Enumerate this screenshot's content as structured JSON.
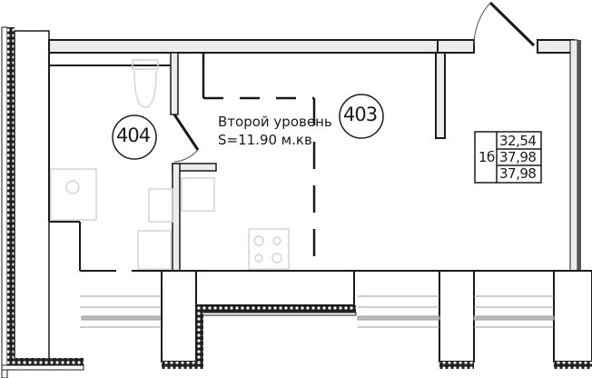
{
  "plan": {
    "rooms": [
      {
        "id": "404",
        "label": "404"
      },
      {
        "id": "403",
        "label": "403"
      }
    ],
    "mezzanine": {
      "title": "Второй уровень",
      "area": "S=11.90 м.кв."
    },
    "area_table": {
      "type_label": "1б",
      "values": [
        "32,54",
        "37,98",
        "37,98"
      ]
    },
    "fixtures": [
      "toilet",
      "shower",
      "washbasin",
      "kitchen-sink",
      "washing-machine",
      "refrigerator",
      "stove"
    ],
    "colors": {
      "line": "#1a1a1a",
      "fixture": "#d4d4d4",
      "wall_fill": "#ececec",
      "window": "#9a9a9a"
    }
  }
}
